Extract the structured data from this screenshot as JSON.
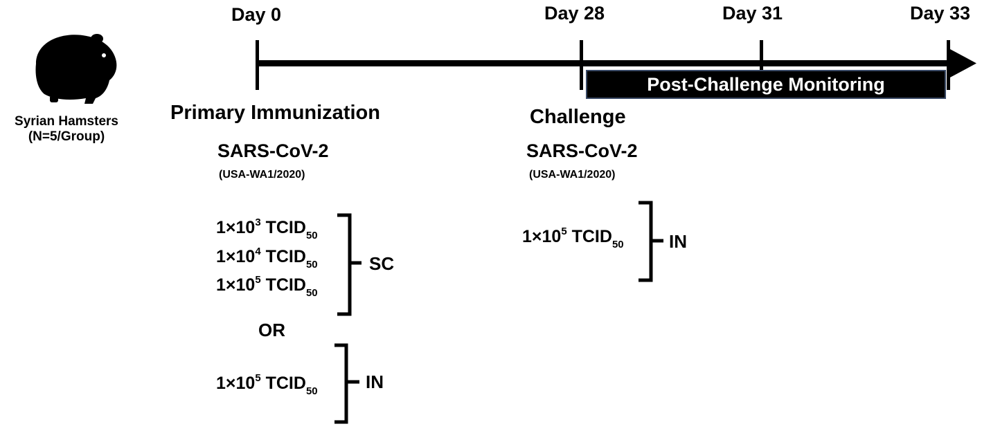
{
  "subjects": {
    "icon": "hamster-icon",
    "label": "Syrian Hamsters",
    "group_size": "(N=5/Group)"
  },
  "timeline": {
    "days": [
      {
        "label": "Day 0"
      },
      {
        "label": "Day 28"
      },
      {
        "label": "Day 31"
      },
      {
        "label": "Day 33"
      }
    ],
    "monitoring_label": "Post-Challenge Monitoring"
  },
  "immunization": {
    "heading": "Primary Immunization",
    "virus": "SARS-CoV-2",
    "strain": "(USA-WA1/2020)",
    "sc_doses": [
      {
        "coef": "1×10",
        "exp": "3",
        "unit": "TCID",
        "sub": "50"
      },
      {
        "coef": "1×10",
        "exp": "4",
        "unit": "TCID",
        "sub": "50"
      },
      {
        "coef": "1×10",
        "exp": "5",
        "unit": "TCID",
        "sub": "50"
      }
    ],
    "sc_route": "SC",
    "or_label": "OR",
    "in_dose": {
      "coef": "1×10",
      "exp": "5",
      "unit": "TCID",
      "sub": "50"
    },
    "in_route": "IN"
  },
  "challenge": {
    "heading": "Challenge",
    "virus": "SARS-CoV-2",
    "strain": "(USA-WA1/2020)",
    "dose": {
      "coef": "1×10",
      "exp": "5",
      "unit": "TCID",
      "sub": "50"
    },
    "route": "IN"
  },
  "colors": {
    "line": "#000000",
    "monitor_border": "#3a4a66",
    "monitor_text": "#ffffff"
  }
}
